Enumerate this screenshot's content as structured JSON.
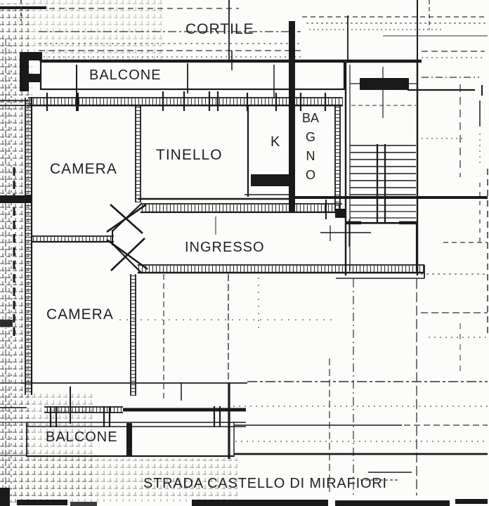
{
  "colors": {
    "ink": "#1a1a1a",
    "paper": "#fcfcfa"
  },
  "labels": {
    "cortile": "CORTILE",
    "balcone_top": "BALCONE",
    "camera_top": "CAMERA",
    "tinello": "TINELLO",
    "kitchen": "K",
    "bagno": "BAGNO",
    "ingresso": "INGRESSO",
    "camera_bottom": "CAMERA",
    "balcone_bottom": "BALCONE",
    "street": "STRADA CASTELLO DI MIRAFIORI"
  }
}
